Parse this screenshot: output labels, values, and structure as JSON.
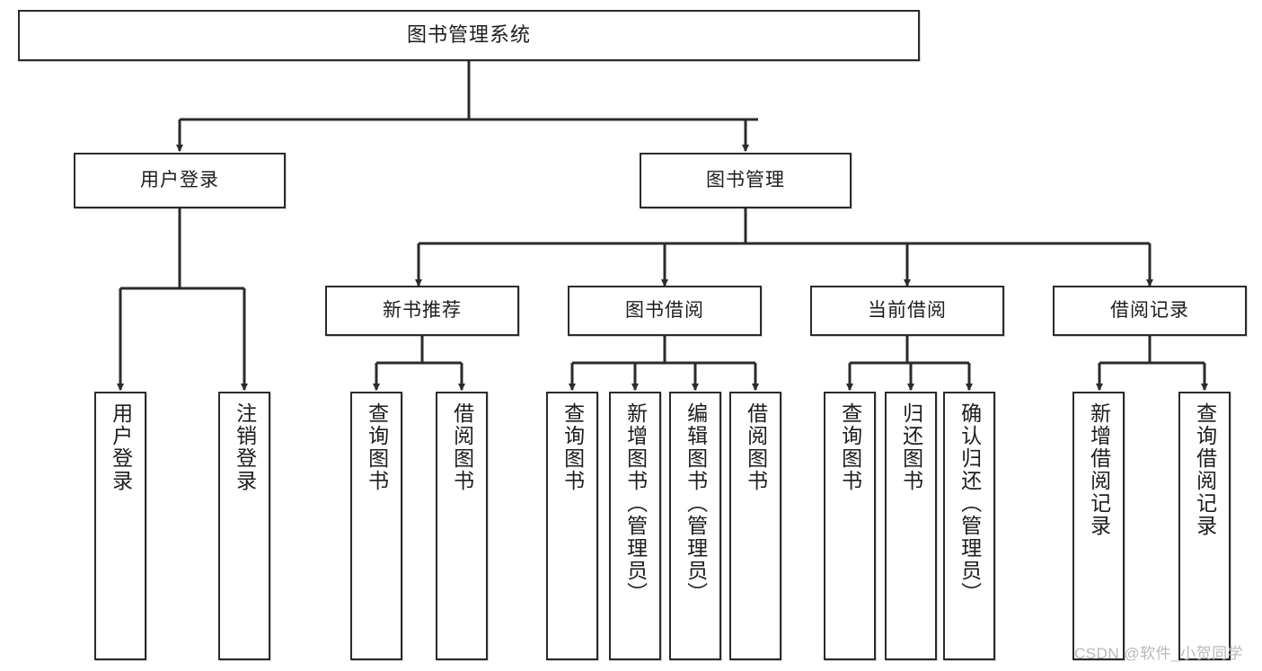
{
  "diagram": {
    "title": "图书管理系统",
    "type": "hierarchy-tree",
    "watermark": "CSDN @软件_小贺同学",
    "colors": {
      "background": "#ffffff",
      "box_border": "#2b2b2b",
      "box_fill": "#ffffff",
      "connector": "#2b2b2b",
      "text": "#1d1d1d",
      "watermark": "#b9b9b9"
    },
    "nodes": {
      "root": {
        "label": "图书管理系统"
      },
      "tier2": [
        {
          "id": "user-login",
          "label": "用户登录"
        },
        {
          "id": "book-manage",
          "label": "图书管理"
        }
      ],
      "tier3": [
        {
          "id": "new-book-recommend",
          "label": "新书推荐"
        },
        {
          "id": "book-borrow",
          "label": "图书借阅"
        },
        {
          "id": "current-borrow",
          "label": "当前借阅"
        },
        {
          "id": "borrow-record",
          "label": "借阅记录"
        }
      ],
      "leaves": {
        "user-login": [
          {
            "id": "leaf-user-login",
            "label": "用户登录"
          },
          {
            "id": "leaf-logout-login",
            "label": "注销登录"
          }
        ],
        "new-book-recommend": [
          {
            "id": "leaf-query-book-1",
            "label": "查询图书"
          },
          {
            "id": "leaf-borrow-book-1",
            "label": "借阅图书"
          }
        ],
        "book-borrow": [
          {
            "id": "leaf-query-book-2",
            "label": "查询图书"
          },
          {
            "id": "leaf-add-book-admin",
            "label": "新增图书（管理员）"
          },
          {
            "id": "leaf-edit-book-admin",
            "label": "编辑图书（管理员）"
          },
          {
            "id": "leaf-borrow-book-2",
            "label": "借阅图书"
          }
        ],
        "current-borrow": [
          {
            "id": "leaf-query-book-3",
            "label": "查询图书"
          },
          {
            "id": "leaf-return-book",
            "label": "归还图书"
          },
          {
            "id": "leaf-confirm-return-admin",
            "label": "确认归还（管理员）"
          }
        ],
        "borrow-record": [
          {
            "id": "leaf-add-borrow-record",
            "label": "新增借阅记录"
          },
          {
            "id": "leaf-query-borrow-record",
            "label": "查询借阅记录"
          }
        ]
      }
    }
  }
}
